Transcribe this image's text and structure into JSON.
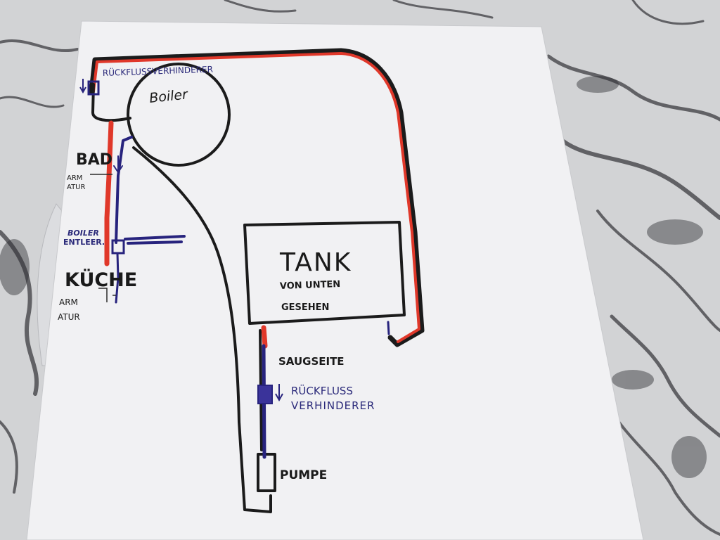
{
  "labels": {
    "backflow_top": "RÜCKFLUSSVERHINDERER",
    "boiler": "Boiler",
    "bad": "BAD",
    "armatur_bad_1": "ARM",
    "armatur_bad_2": "ATUR",
    "boiler_entleer_1": "BOILER",
    "boiler_entleer_2": "ENTLEER.",
    "kueche": "KÜCHE",
    "armatur_kueche_1": "ARM",
    "armatur_kueche_2": "ATUR",
    "tank": "TANK",
    "tank_sub_1": "VON UNTEN",
    "tank_sub_2": "GESEHEN",
    "saugseite": "SAUGSEITE",
    "backflow_bottom_1": "RÜCKFLUSS",
    "backflow_bottom_2": "VERHINDERER",
    "pumpe": "PUMPE"
  },
  "colors": {
    "hot_pipe": "#e0382a",
    "cold_pipe": "#27237d",
    "outline": "#1b1b1b",
    "paper": "#f1f1f3"
  }
}
